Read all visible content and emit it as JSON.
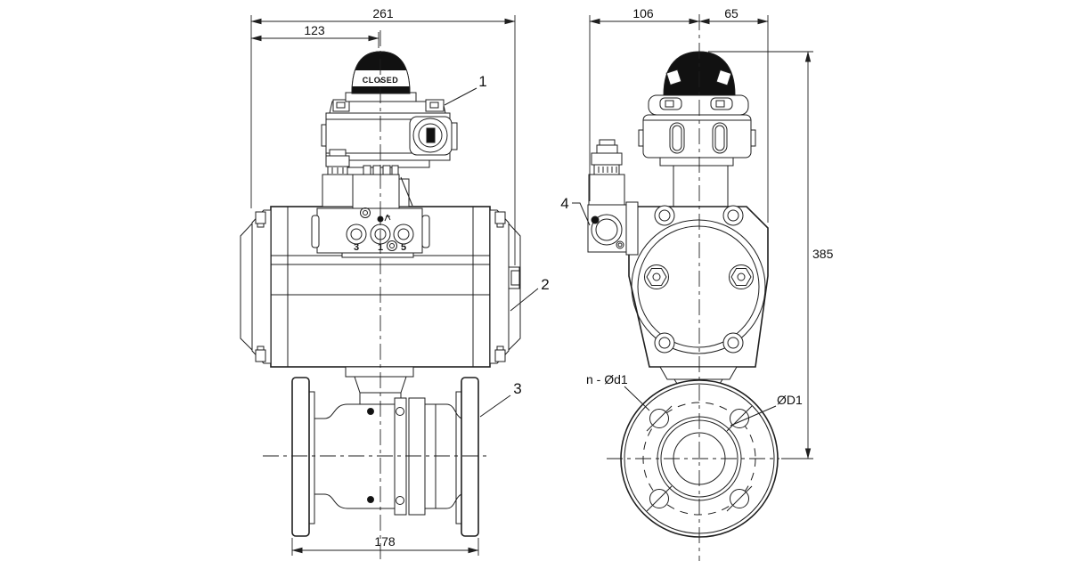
{
  "colors": {
    "background": "#ffffff",
    "line": "#1f1f1f",
    "fill_dark": "#111111"
  },
  "front_view": {
    "indicator": {
      "label": "CLOSED"
    },
    "ports": [
      "3",
      "1",
      "5"
    ],
    "dimensions": {
      "overall_width": "261",
      "left_to_centerline": "123",
      "flange_face_to_face": "178"
    },
    "callouts": {
      "c1": "1",
      "c2": "2",
      "c3": "3"
    }
  },
  "side_view": {
    "dimensions": {
      "centerline_to_left": "106",
      "centerline_to_right": "65",
      "overall_height": "385"
    },
    "flange": {
      "bolt_holes_label": "n - Ød1",
      "bolt_circle_label": "ØD1"
    },
    "callouts": {
      "c4": "4"
    }
  }
}
